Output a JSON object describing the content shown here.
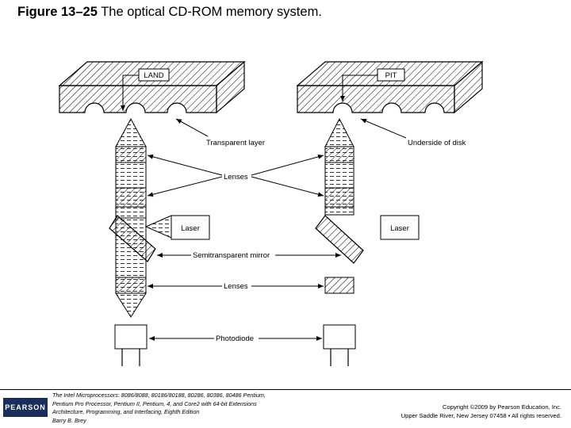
{
  "title": {
    "figure_number": "Figure 13–25",
    "caption": "The optical CD-ROM memory system."
  },
  "diagram": {
    "labels": {
      "land": "LAND",
      "pit": "PIT",
      "transparent_layer": "Transparent layer",
      "underside_of_disk": "Underside of disk",
      "lenses_upper": "Lenses",
      "laser_left": "Laser",
      "laser_right": "Laser",
      "semitransparent_mirror": "Semitransparent mirror",
      "lenses_lower": "Lenses",
      "photodiode": "Photodiode"
    }
  },
  "footer": {
    "logo": "PEARSON",
    "book_lines": [
      "The Intel Microprocessors: 8086/8088, 80186/80188, 80286, 80386, 80486 Pentium,",
      "Pentium Pro Processor, Pentium II, Pentium, 4, and Core2 with 64-bit Extensions",
      "Architecture, Programming, and Interfacing, Eighth Edition",
      "Barry B. Brey"
    ],
    "copyright_lines": [
      "Copyright ©2009 by Pearson Education, Inc.",
      "Upper Saddle River, New Jersey 07458 • All rights reserved."
    ]
  }
}
